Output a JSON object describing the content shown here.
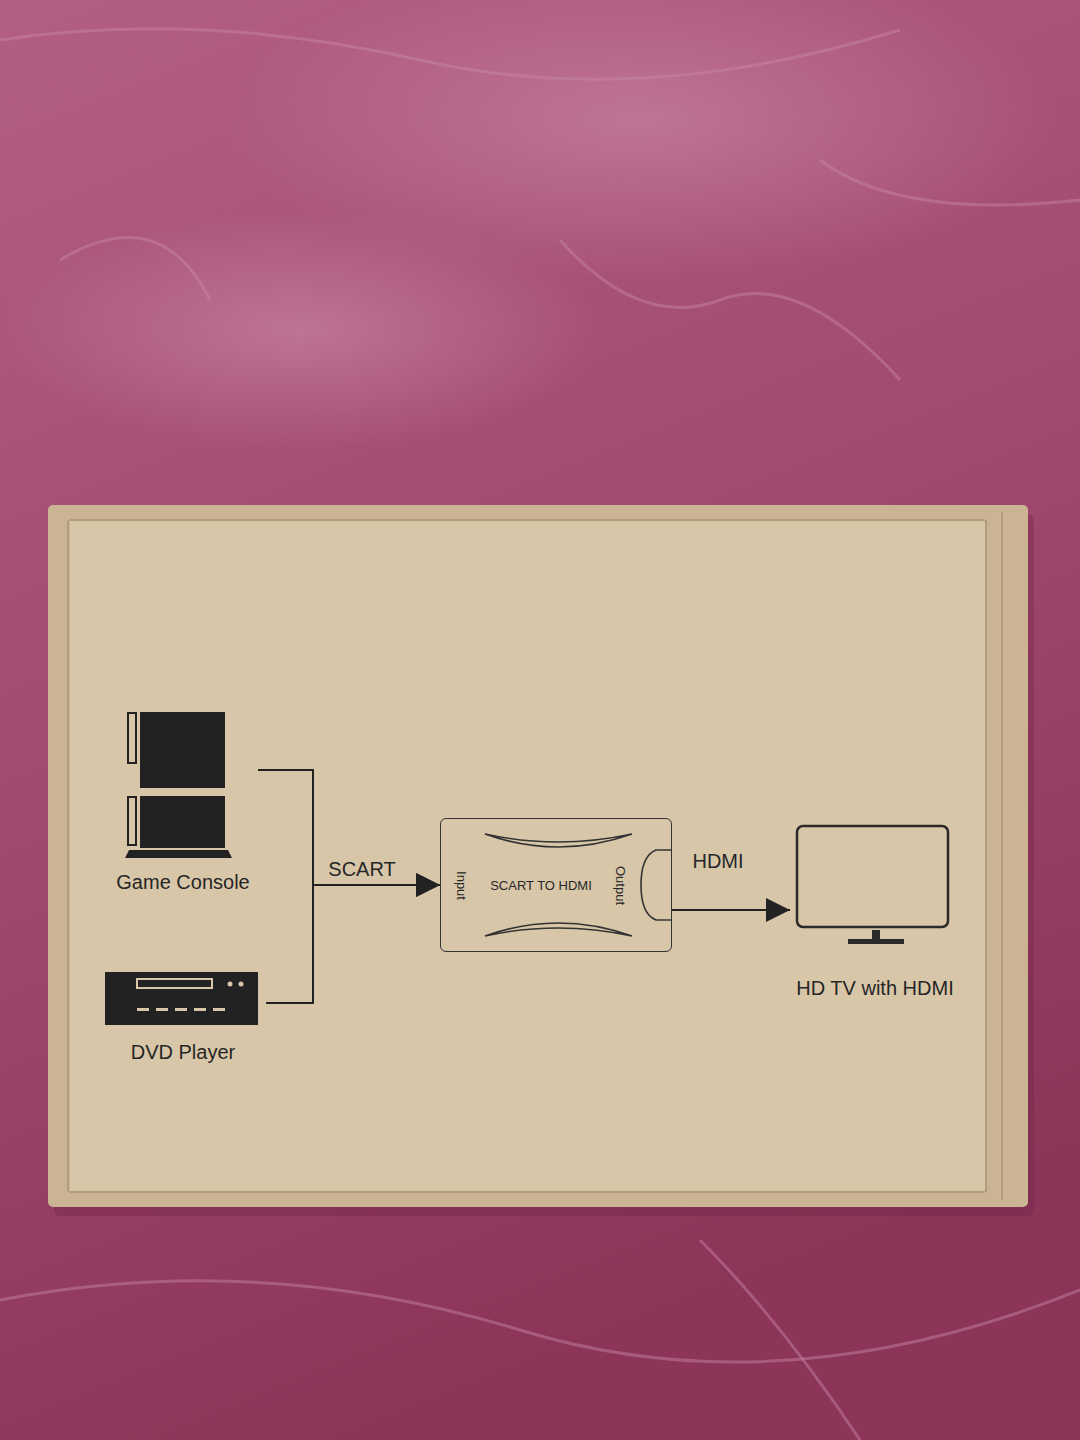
{
  "diagram": {
    "nodes": [
      {
        "text": [
          "Game Console"
        ]
      },
      {
        "text": [
          "DVD Player"
        ]
      },
      {
        "text": [
          "Input",
          "SCART TO HDMI",
          "Output"
        ]
      },
      {
        "text": [
          "HD TV with HDMI"
        ]
      }
    ],
    "edges": [
      {
        "from": 0,
        "to": 2,
        "arrow": "to",
        "label": "SCART"
      },
      {
        "from": 1,
        "to": 2,
        "arrow": "to"
      },
      {
        "from": 2,
        "to": 3,
        "arrow": "to",
        "label": "HDMI"
      }
    ]
  }
}
